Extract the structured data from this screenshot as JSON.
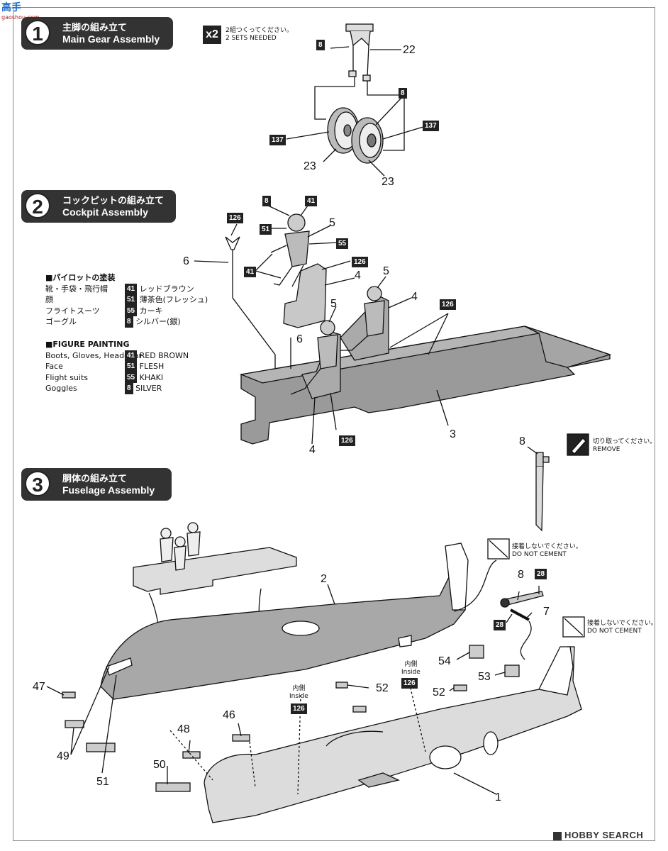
{
  "watermark_top": {
    "text": "高手",
    "sub": "gaoshou.com"
  },
  "steps": [
    {
      "num": "1",
      "jp": "主脚の組み立て",
      "en": "Main Gear Assembly"
    },
    {
      "num": "2",
      "jp": "コックピットの組み立て",
      "en": "Cockpit Assembly"
    },
    {
      "num": "3",
      "jp": "胴体の組み立て",
      "en": "Fuselage Assembly"
    }
  ],
  "sets": {
    "mult": "x2",
    "jp": "2組つくってください。",
    "en": "2 SETS NEEDED"
  },
  "paint_jp": {
    "header": "■パイロットの塗装",
    "rows": [
      {
        "item": "靴・手袋・飛行帽",
        "code": "41",
        "color": "レッドブラウン"
      },
      {
        "item": "顔",
        "code": "51",
        "color": "薄茶色(フレッシュ)"
      },
      {
        "item": "フライトスーツ",
        "code": "55",
        "color": "カーキ"
      },
      {
        "item": "ゴーグル",
        "code": "8",
        "color": "シルバー(銀)"
      }
    ]
  },
  "paint_en": {
    "header": "■FIGURE PAINTING",
    "rows": [
      {
        "item": "Boots, Gloves, Headgear",
        "code": "41",
        "color": "RED BROWN"
      },
      {
        "item": "Face",
        "code": "51",
        "color": "FLESH"
      },
      {
        "item": "Flight suits",
        "code": "55",
        "color": "KHAKI"
      },
      {
        "item": "Goggles",
        "code": "8",
        "color": "SILVER"
      }
    ]
  },
  "notes": {
    "remove_jp": "切り取ってください。",
    "remove_en": "REMOVE",
    "nocement_jp": "接着しないでください。",
    "nocement_en": "DO NOT CEMENT",
    "inside_jp": "内側",
    "inside_en": "Inside"
  },
  "step1_labels": {
    "a": "22",
    "b": "23",
    "c": "23"
  },
  "step1_tags": {
    "a": "8",
    "b": "8",
    "c": "137",
    "d": "137"
  },
  "step2_labels": {
    "a": "6",
    "b": "5",
    "c": "4",
    "d": "5",
    "e": "4",
    "f": "5",
    "g": "6",
    "h": "4",
    "i": "3"
  },
  "step2_tags": {
    "a": "126",
    "b": "8",
    "c": "41",
    "d": "51",
    "e": "55",
    "f": "41",
    "g": "126",
    "h": "126",
    "i": "126"
  },
  "step3_labels": {
    "a": "8",
    "b": "2",
    "c": "8",
    "d": "7",
    "e": "54",
    "f": "52",
    "g": "52",
    "h": "53",
    "i": "47",
    "j": "49",
    "k": "51",
    "l": "48",
    "m": "46",
    "n": "50",
    "o": "1"
  },
  "step3_tags": {
    "a": "28",
    "b": "28",
    "c": "126",
    "d": "126"
  },
  "footer": {
    "brand": "HOBBY SEARCH"
  },
  "colors": {
    "step_bg": "#333333",
    "part_fill": "#9a9a9a",
    "line": "#111111"
  }
}
